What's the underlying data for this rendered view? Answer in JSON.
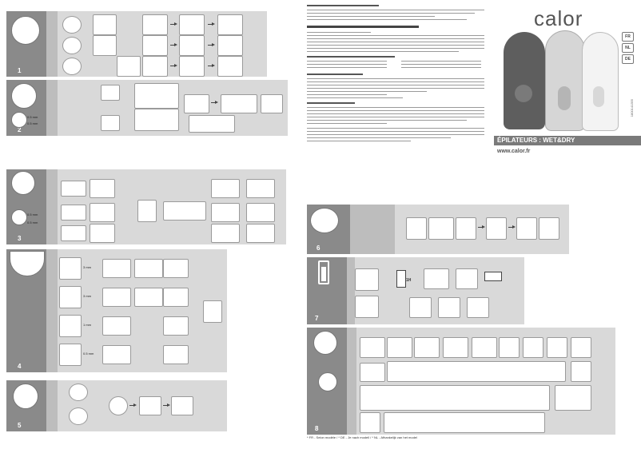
{
  "brand": {
    "logo": "calor",
    "languages": [
      "FR",
      "NL",
      "DE"
    ]
  },
  "product_title": "ÉPILATEURS : WET&DRY",
  "website": "www.calor.fr",
  "product_code": "1800141355",
  "steps": [
    {
      "number": "1",
      "length_labels": []
    },
    {
      "number": "2",
      "length_labels": [
        "0.5 mm",
        "0.5 mm"
      ]
    },
    {
      "number": "3",
      "length_labels": [
        "0.5 mm",
        "0.5 mm"
      ]
    },
    {
      "number": "4",
      "length_labels": [
        "3 mm",
        "3 mm",
        "1 mm",
        "0.5 mm"
      ]
    },
    {
      "number": "5",
      "length_labels": []
    },
    {
      "number": "6",
      "length_labels": []
    },
    {
      "number": "7",
      "length_labels": []
    },
    {
      "number": "8",
      "length_labels": []
    }
  ],
  "charge_label": "1H",
  "footnote": "* FR - Selon modèle / * DE - Je nach modell / * NL - Afhankelijk van het model",
  "colors": {
    "panel": "#d9d9d9",
    "side": "#8a8a8a",
    "banner": "#7a7a7a"
  }
}
